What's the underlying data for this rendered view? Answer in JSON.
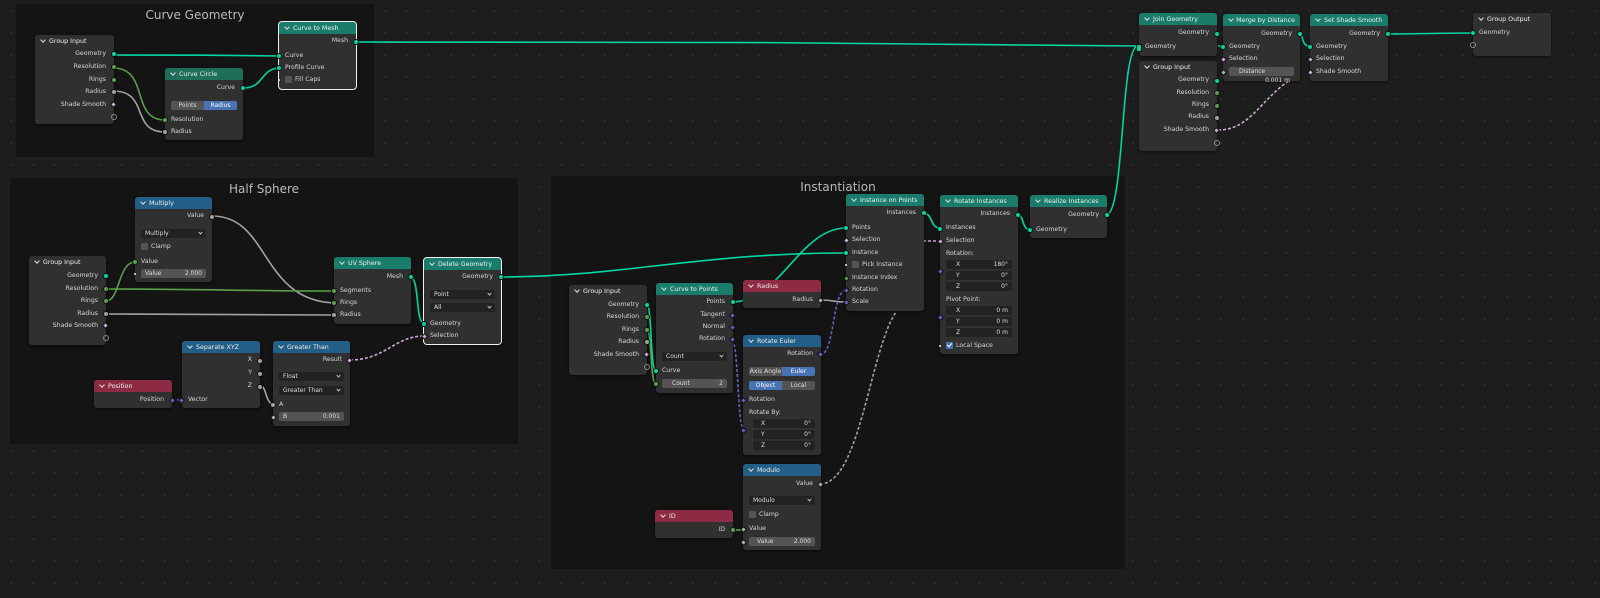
{
  "frames": {
    "curve_geometry": "Curve Geometry",
    "half_sphere": "Half Sphere",
    "instantiation": "Instantiation"
  },
  "socket_colors": {
    "geometry": "#00d6a3",
    "float": "#a1a1a1",
    "int": "#5a9e4b",
    "bool": "#cca6d6",
    "vector": "#6363c7"
  },
  "header_colors": {
    "geometry": "#1a7d6b",
    "curve": "#1f6e5a",
    "converter": "#235e86",
    "input": "#8d2a44"
  },
  "common": {
    "geometry": "Geometry",
    "resolution": "Resolution",
    "rings": "Rings",
    "radius": "Radius",
    "shade_smooth": "Shade Smooth",
    "selection": "Selection",
    "value": "Value",
    "clamp": "Clamp",
    "x": "X",
    "y": "Y",
    "z": "Z",
    "instances": "Instances",
    "rotation": "Rotation"
  },
  "group_input_1": {
    "title": "Group Input"
  },
  "curve_circle": {
    "title": "Curve Circle",
    "out_curve": "Curve",
    "mode_points": "Points",
    "mode_radius": "Radius"
  },
  "curve_to_mesh": {
    "title": "Curve to Mesh",
    "out_mesh": "Mesh",
    "in_curve": "Curve",
    "in_profile": "Profile Curve",
    "fill_caps": "Fill Caps"
  },
  "multiply": {
    "title": "Multiply",
    "operation": "Multiply",
    "value_field": "2.000"
  },
  "group_input_2": {
    "title": "Group Input"
  },
  "uv_sphere": {
    "title": "UV Sphere",
    "out_mesh": "Mesh",
    "segments": "Segments"
  },
  "delete_geometry": {
    "title": "Delete Geometry",
    "domain": "Point",
    "mode": "All"
  },
  "separate_xyz": {
    "title": "Separate XYZ",
    "in_vector": "Vector"
  },
  "greater_than": {
    "title": "Greater Than",
    "result": "Result",
    "type": "Float",
    "op": "Greater Than",
    "a": "A",
    "b": "B",
    "b_value": "0.001"
  },
  "position": {
    "title": "Position",
    "out": "Position"
  },
  "group_input_3": {
    "title": "Group Input"
  },
  "curve_to_points": {
    "title": "Curve to Points",
    "points": "Points",
    "tangent": "Tangent",
    "normal": "Normal",
    "mode": "Count",
    "in_curve": "Curve",
    "count_label": "Count",
    "count_value": "2"
  },
  "radius_node": {
    "title": "Radius",
    "out": "Radius"
  },
  "rotate_euler": {
    "title": "Rotate Euler",
    "axis_angle": "Axis Angle",
    "euler": "Euler",
    "object": "Object",
    "local": "Local",
    "rotate_by": "Rotate By:",
    "x_val": "0°",
    "y_val": "0°",
    "z_val": "0°"
  },
  "modulo": {
    "title": "Modulo",
    "operation": "Modulo",
    "value_field": "2.000"
  },
  "id_node": {
    "title": "ID",
    "out": "ID"
  },
  "instance_on_points": {
    "title": "Instance on Points",
    "points": "Points",
    "instance": "Instance",
    "pick_instance": "Pick Instance",
    "instance_index": "Instance Index",
    "scale": "Scale"
  },
  "rotate_instances": {
    "title": "Rotate Instances",
    "rotation_label": "Rotation:",
    "rx": "180°",
    "ry": "0°",
    "rz": "0°",
    "pivot": "Pivot Point:",
    "px": "0 m",
    "py": "0 m",
    "pz": "0 m",
    "local_space": "Local Space"
  },
  "realize_instances": {
    "title": "Realize Instances"
  },
  "join_geometry": {
    "title": "Join Geometry"
  },
  "group_input_4": {
    "title": "Group Input"
  },
  "merge_by_distance": {
    "title": "Merge by Distance",
    "distance_label": "Distance",
    "distance_value": "0.001 m"
  },
  "set_shade_smooth": {
    "title": "Set Shade Smooth"
  },
  "group_output": {
    "title": "Group Output"
  }
}
